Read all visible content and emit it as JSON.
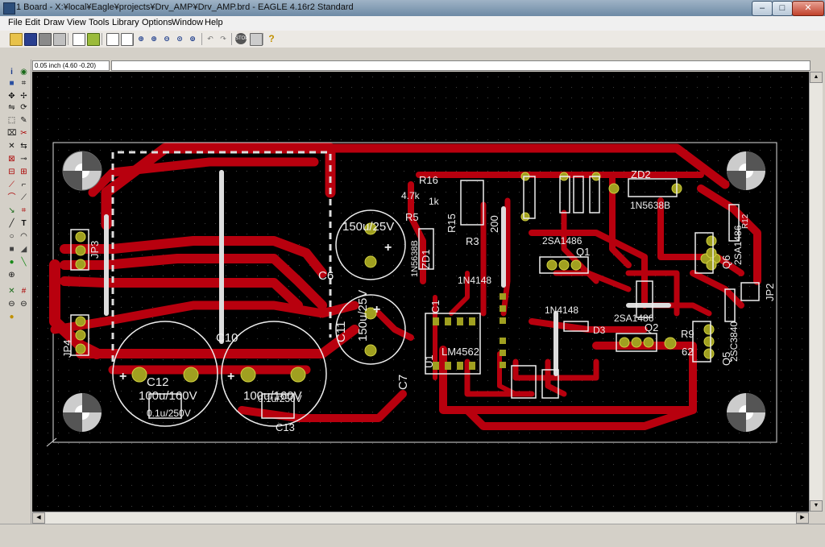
{
  "window": {
    "title": "1 Board - X:¥local¥Eagle¥projects¥Drv_AMP¥Drv_AMP.brd - EAGLE 4.16r2 Standard",
    "min_label": "–",
    "max_label": "□",
    "close_label": "✕"
  },
  "menu": {
    "items": [
      {
        "label": "File"
      },
      {
        "label": "Edit"
      },
      {
        "label": "Draw"
      },
      {
        "label": "View"
      },
      {
        "label": "Tools"
      },
      {
        "label": "Library"
      },
      {
        "label": "Options"
      },
      {
        "label": "Window"
      },
      {
        "label": "Help"
      }
    ]
  },
  "toolbar": {
    "icons": [
      "open-icon",
      "save-icon",
      "print-icon",
      "cam-icon",
      "sch-icon",
      "brd-icon",
      "zoom-fit-icon",
      "zoom-in-icon",
      "zoom-out-icon",
      "zoom-redraw-icon",
      "zoom-select-icon",
      "undo-icon",
      "redo-icon",
      "stop-icon",
      "go-icon",
      "help-icon"
    ]
  },
  "coordinate": {
    "readout": "0.05 inch (4.60 -0.20)"
  },
  "command": {
    "value": ""
  },
  "board": {
    "labels": [
      {
        "name": "label-r16",
        "text": "R16"
      },
      {
        "name": "label-r5",
        "text": "R5"
      },
      {
        "name": "label-r15",
        "text": "R15"
      },
      {
        "name": "label-r3",
        "text": "R3"
      },
      {
        "name": "label-200",
        "text": "200"
      },
      {
        "name": "label-zd1",
        "text": "ZD1"
      },
      {
        "name": "label-1n5638b-a",
        "text": "1N5638B"
      },
      {
        "name": "label-150u25v-a",
        "text": "150u/25V"
      },
      {
        "name": "label-150u25v-b",
        "text": "150u/25V"
      },
      {
        "name": "label-c6",
        "text": "C6"
      },
      {
        "name": "label-c10",
        "text": "C10"
      },
      {
        "name": "label-c11",
        "text": "C11"
      },
      {
        "name": "label-c12",
        "text": "C12"
      },
      {
        "name": "label-c13",
        "text": "C13"
      },
      {
        "name": "label-c7",
        "text": "C7"
      },
      {
        "name": "label-c1",
        "text": "C1"
      },
      {
        "name": "label-100u160v-a",
        "text": "100u/160V"
      },
      {
        "name": "label-100u160v-b",
        "text": "100u/160V"
      },
      {
        "name": "label-01u250v-a",
        "text": "0.1u/250V"
      },
      {
        "name": "label-01u250v-b",
        "text": "0.1u/250V"
      },
      {
        "name": "label-lm4562",
        "text": "LM4562"
      },
      {
        "name": "label-u1",
        "text": "U1"
      },
      {
        "name": "label-jp3",
        "text": "JP3"
      },
      {
        "name": "label-jp4",
        "text": "JP4"
      },
      {
        "name": "label-jp2",
        "text": "JP2"
      },
      {
        "name": "label-zd2",
        "text": "ZD2"
      },
      {
        "name": "label-1n5638b-b",
        "text": "1N5638B"
      },
      {
        "name": "label-2sa1486-a",
        "text": "2SA1486"
      },
      {
        "name": "label-2sa1486-b",
        "text": "2SA1486"
      },
      {
        "name": "label-2sa1486-c",
        "text": "2SA1486"
      },
      {
        "name": "label-2sc3840",
        "text": "2SC3840"
      },
      {
        "name": "label-q1",
        "text": "Q1"
      },
      {
        "name": "label-q2",
        "text": "Q2"
      },
      {
        "name": "label-q5",
        "text": "Q5"
      },
      {
        "name": "label-q6",
        "text": "Q6"
      },
      {
        "name": "label-r9",
        "text": "R9"
      },
      {
        "name": "label-62",
        "text": "62"
      },
      {
        "name": "label-1n4148-a",
        "text": "1N4148"
      },
      {
        "name": "label-1n4148-b",
        "text": "1N4148"
      },
      {
        "name": "label-d3",
        "text": "D3"
      },
      {
        "name": "label-r12",
        "text": "R12"
      },
      {
        "name": "label-1k",
        "text": "1k"
      },
      {
        "name": "label-47k",
        "text": "4.7k"
      }
    ]
  }
}
